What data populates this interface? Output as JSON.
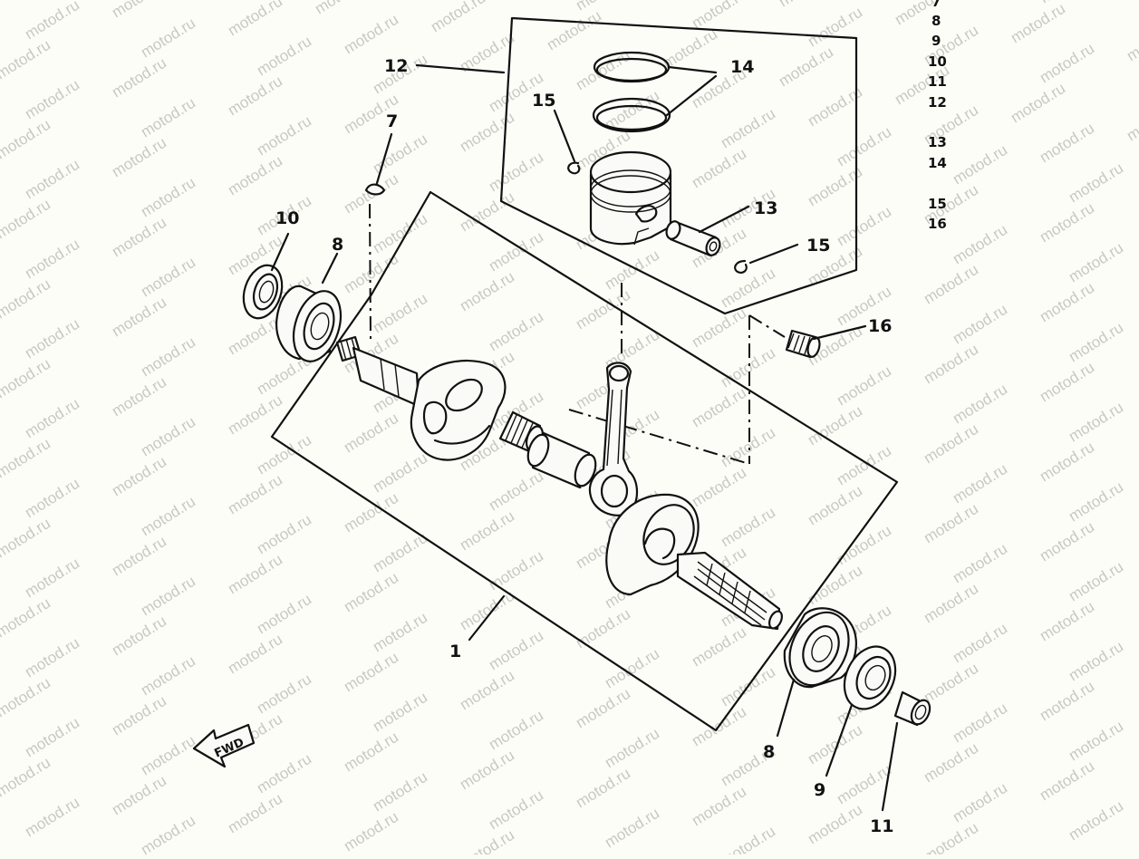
{
  "diagram": {
    "watermark": "motod.ru",
    "callouts": {
      "c1": "1",
      "c7": "7",
      "c8_left": "8",
      "c8_right": "8",
      "c9": "9",
      "c10": "10",
      "c11": "11",
      "c12": "12",
      "c13": "13",
      "c14": "14",
      "c15_left": "15",
      "c15_right": "15",
      "c16": "16"
    },
    "index_numbers": [
      "7",
      "8",
      "9",
      "10",
      "11",
      "12",
      "13",
      "14",
      "15",
      "16"
    ],
    "direction_label": "FWD"
  }
}
